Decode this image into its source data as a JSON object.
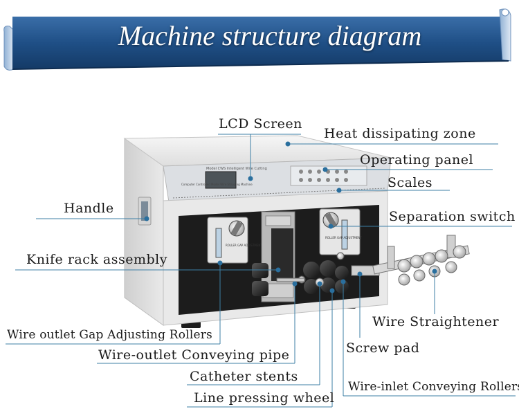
{
  "title": "Machine structure diagram",
  "labels": {
    "lcd_screen": "LCD Screen",
    "heat_dissipating_zone": "Heat dissipating zone",
    "operating_panel": "Operating panel",
    "scales": "Scales",
    "handle": "Handle",
    "separation_switch": "Separation switch",
    "knife_rack_assembly": "Knife rack assembly",
    "wire_straightener": "Wire Straightener",
    "wire_outlet_gap_adjusting_rollers": "Wire outlet Gap Adjusting Rollers",
    "screw_pad": "Screw pad",
    "wire_outlet_conveying_pipe": "Wire-outlet Conveying pipe",
    "catheter_stents": "Catheter stents",
    "wire_inlet_conveying_rollers": "Wire-inlet Conveying Rollers",
    "line_pressing_wheel": "Line pressing wheel"
  },
  "panel_text": {
    "header": "Model CWS Intelligent Wire Cutting",
    "subtitle": "Computer Controlled Model Wire Stripping Machine",
    "knob_label": "ROLLER GAP ADJUSTMENT"
  },
  "colors": {
    "banner": "#1f4f86",
    "leader": "#3d7fa6",
    "casing": "#e4e4e4",
    "front_panel": "#1c1c1c"
  }
}
